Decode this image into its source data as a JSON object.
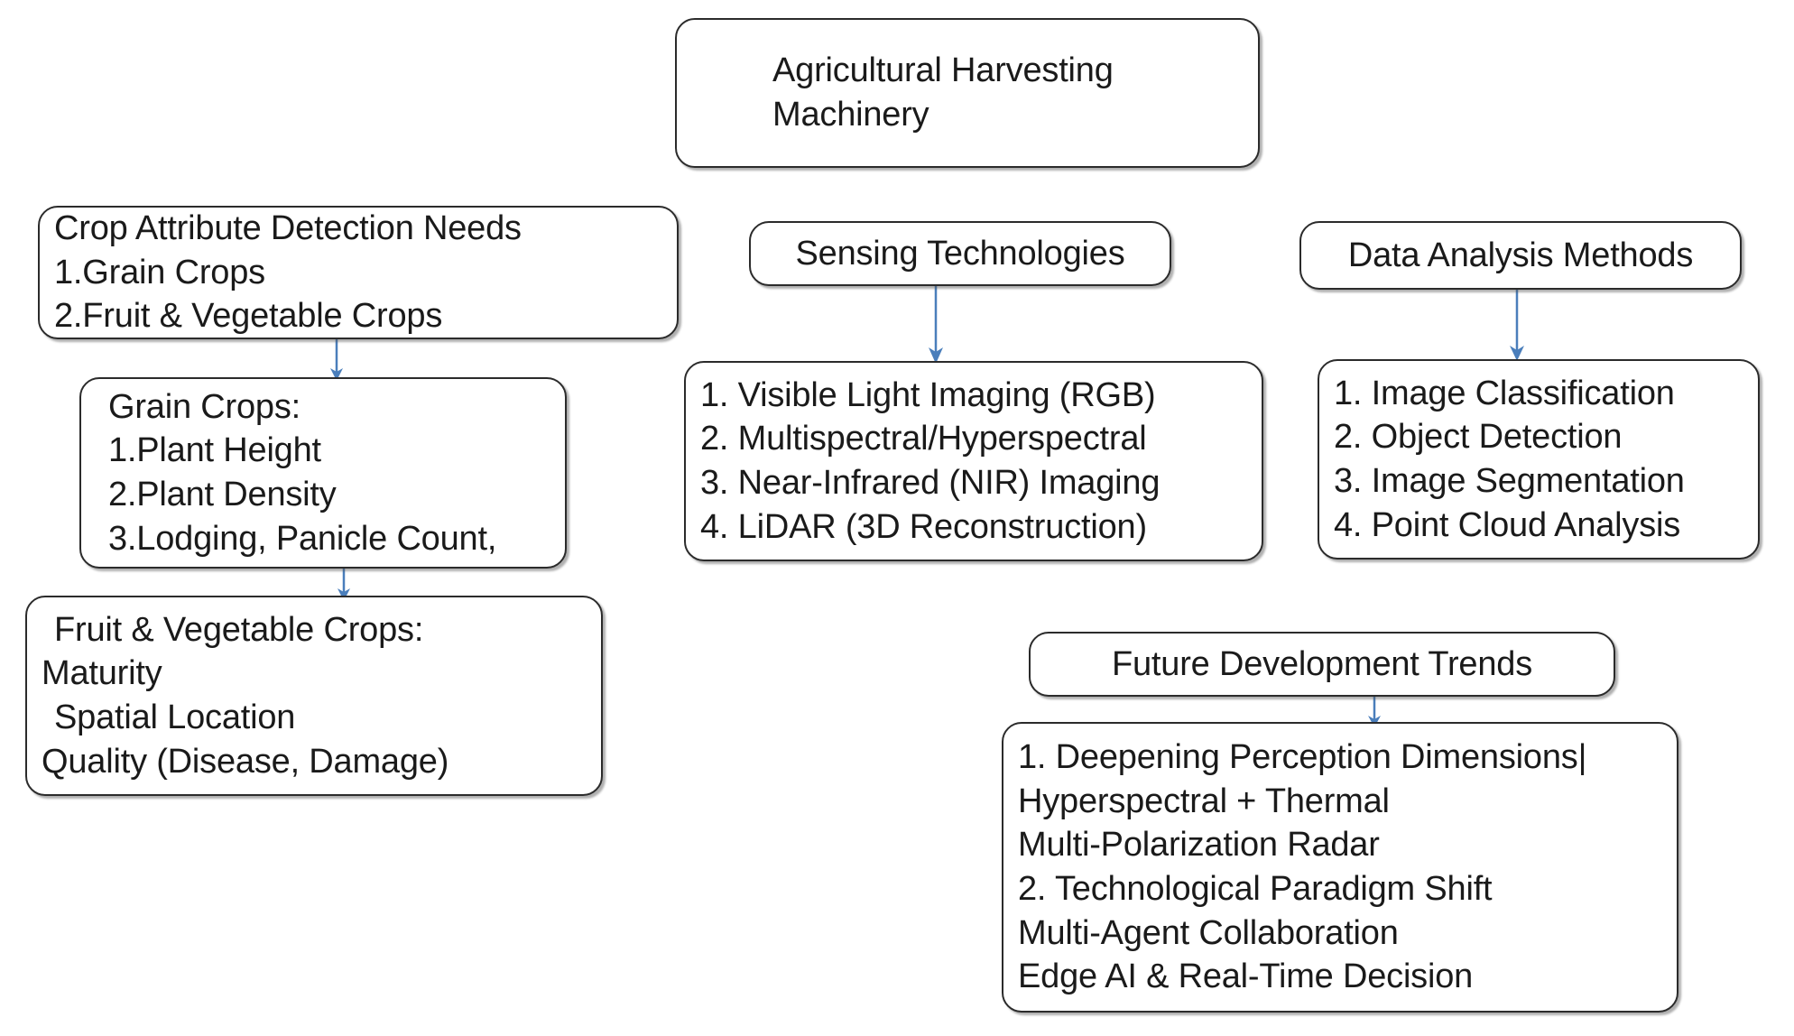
{
  "diagram": {
    "title": "Agricultural Harvesting Machinery framework",
    "background_color": "#ffffff",
    "box_border_color": "#2b2b2b",
    "arrow_color": "#4a7ebb",
    "text_color": "#1a1a1a"
  },
  "root": {
    "line1": "Agricultural Harvesting",
    "line2": "Machinery"
  },
  "left_column": {
    "needs": {
      "line1": "Crop Attribute Detection Needs",
      "line2": "1.Grain Crops",
      "line3": "2.Fruit & Vegetable Crops"
    },
    "grain": {
      "line1": "Grain Crops:",
      "line2": "1.Plant Height",
      "line3": "2.Plant Density",
      "line4": "3.Lodging, Panicle Count,"
    },
    "fruit": {
      "line1": "Fruit & Vegetable Crops:",
      "line2": "Maturity",
      "line3": "Spatial Location",
      "line4": "Quality (Disease, Damage)"
    }
  },
  "middle_column": {
    "title": "Sensing Technologies",
    "items": [
      "1. Visible Light Imaging (RGB)",
      "2. Multispectral/Hyperspectral",
      "3. Near-Infrared (NIR) Imaging",
      "4. LiDAR (3D Reconstruction)"
    ]
  },
  "right_column": {
    "title": "Data Analysis Methods",
    "items": [
      "1. Image Classification",
      "2. Object Detection",
      "3. Image Segmentation",
      "4. Point Cloud Analysis"
    ]
  },
  "future": {
    "title": "Future Development Trends",
    "items": [
      "1. Deepening Perception Dimensions|",
      " Hyperspectral + Thermal",
      " Multi-Polarization Radar",
      " 2. Technological Paradigm Shift",
      "Multi-Agent Collaboration",
      "Edge AI & Real-Time Decision"
    ]
  }
}
